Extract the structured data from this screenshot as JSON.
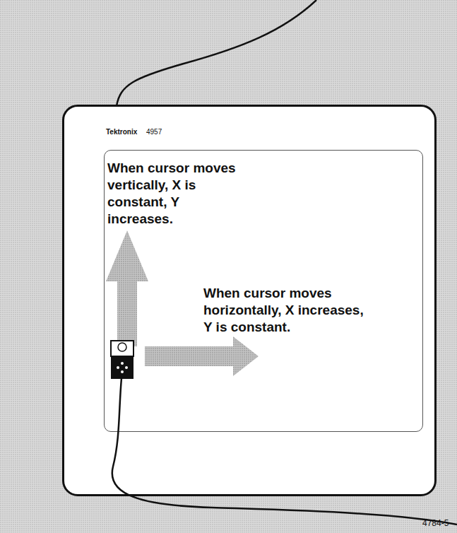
{
  "diagram": {
    "nodes": [
      {
        "text": [
          "Tektronix",
          "4957"
        ]
      },
      {
        "text": [
          "When cursor moves vertically, X is constant, Y increases.",
          "When cursor moves horizontally, X increases, Y is constant."
        ],
        "in": 0
      }
    ],
    "labels": [
      "4784-5"
    ]
  }
}
